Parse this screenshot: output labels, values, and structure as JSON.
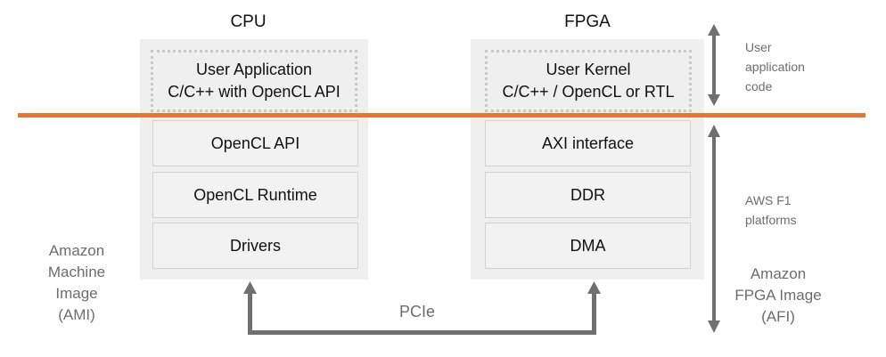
{
  "cpu": {
    "heading": "CPU",
    "user_app": {
      "line1": "User Application",
      "line2": "C/C++ with OpenCL API"
    },
    "layers": [
      "OpenCL API",
      "OpenCL Runtime",
      "Drivers"
    ]
  },
  "fpga": {
    "heading": "FPGA",
    "user_kernel": {
      "line1": "User Kernel",
      "line2": "C/C++ / OpenCL or RTL"
    },
    "layers": [
      "AXI interface",
      "DDR",
      "DMA"
    ]
  },
  "labels": {
    "user_code": [
      "User",
      "application",
      "code"
    ],
    "aws_platforms": [
      "AWS F1",
      "platforms"
    ],
    "ami": [
      "Amazon",
      "Machine",
      "Image",
      "(AMI)"
    ],
    "afi": [
      "Amazon",
      "FPGA Image",
      "(AFI)"
    ],
    "bus": "PCIe"
  },
  "colors": {
    "divider": "#e8762c",
    "arrow": "#707070",
    "panel": "#efefef"
  }
}
